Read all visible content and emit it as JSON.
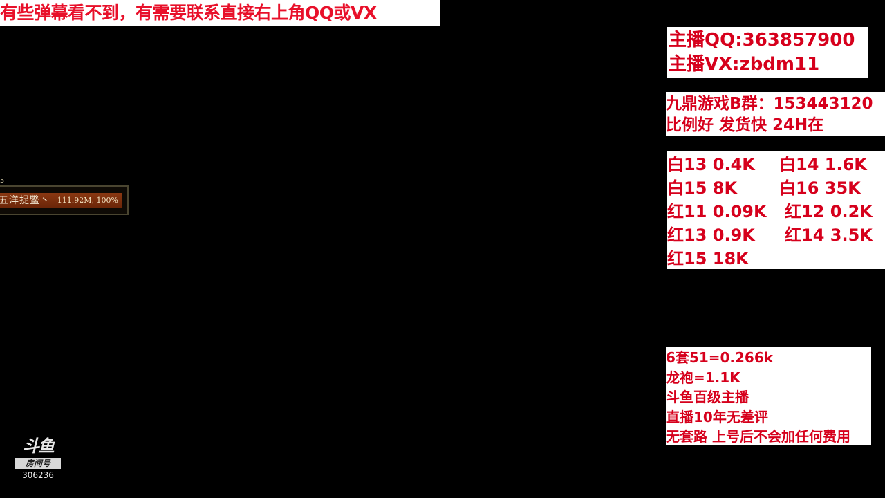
{
  "banner": {
    "text": "有些弹幕看不到，有需要联系直接右上角QQ或VX"
  },
  "contact": {
    "qq": "主播QQ:363857900",
    "vx": "主播VX:zbdm11"
  },
  "group": {
    "line1": "九鼎游戏B群：153443120",
    "line2": "比例好 发货快 24H在"
  },
  "prices": {
    "rows": [
      [
        "白13  0.4K",
        "白14  1.6K"
      ],
      [
        "白15  8K",
        "白16 35K"
      ],
      [
        "红11  0.09K",
        "红12  0.2K"
      ],
      [
        "红13  0.9K",
        "红14  3.5K"
      ],
      [
        "红15  18K",
        ""
      ]
    ]
  },
  "misc": {
    "lines": [
      "6套51=0.266k",
      "龙袍=1.1K",
      "斗鱼百级主播",
      "直播10年无差评",
      "无套路  上号后不会加任何费用"
    ]
  },
  "game_tip": {
    "corner": "5",
    "item_name": "五洋捉鳖丶",
    "item_stat": "111.92M, 100%"
  },
  "douyu": {
    "logo": "斗鱼",
    "tag": "房间号",
    "room_id": "306236"
  },
  "colors": {
    "text_red": "#d6001c",
    "panel_bg": "#ffffff",
    "background": "#000000",
    "tip_bar": "#7a2e0c"
  }
}
